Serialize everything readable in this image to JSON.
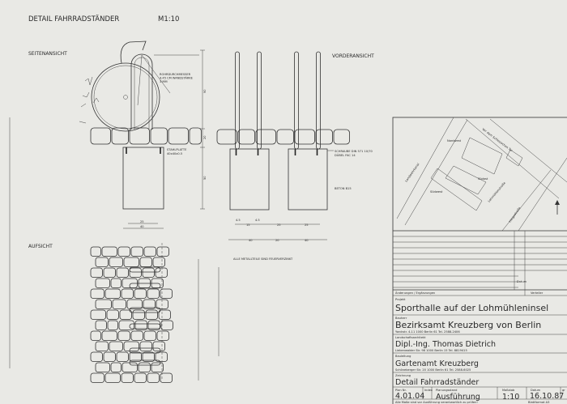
{
  "sheet": {
    "title": "DETAIL FAHRRADSTÄNDER",
    "scale": "M1:10",
    "views": {
      "side": "SEITENANSICHT",
      "front": "VORDERANSICHT",
      "top": "AUFSICHT"
    }
  },
  "annotations": {
    "tube": [
      "ROHRDURCHMESSER",
      "4.45 CM WANDSTÄRKE",
      "3 MM"
    ],
    "plate": [
      "STAHLPLATTE",
      "40x40x0.5"
    ],
    "screw": [
      "SCHRAUBE DIN 571 10/70",
      "DÜBEL FAC 14"
    ],
    "concrete": "BETON B15",
    "note": "ALLE METALLTEILE SIND FEUERVERZINKT",
    "side_dims": [
      "25",
      "40"
    ],
    "front_dims_row1": [
      "4.5",
      "15",
      "4.5",
      "25",
      "25"
    ],
    "front_dims_row2": [
      "40",
      "20",
      "40"
    ],
    "vertical_dims": [
      "90",
      "20",
      "50"
    ]
  },
  "site_plan": {
    "labels": [
      "Nordwest",
      "Vor dem Schlesischen Tor",
      "Landwehrkanal",
      "Südost",
      "Südwest",
      "Lohmühlenstraße",
      "Hergestraße"
    ]
  },
  "title_block": {
    "changes_label": "Änderungen / Ergänzungen",
    "distribution_label": "Verteiler",
    "project_label": "Projekt",
    "project": "Sporthalle auf der Lohmühleninsel",
    "client_label": "Bauherr",
    "client": "Bezirksamt Kreuzberg von Berlin",
    "client_addr": "Yorckstr. 4-11     1000 Berlin 61     Tel. 2588-2406",
    "architect_label": "Landschaftsarchitekt",
    "architect": "Dipl.-Ing. Thomas Dietrich",
    "architect_addr": "Liebenwalder Str. 98     1000 Berlin 15     Tel. 8819415",
    "site_mgmt_label": "Bauleitung",
    "site_mgmt": "Gartenamt Kreuzberg",
    "site_mgmt_addr": "Schöneberger Str. 20     1000 Berlin 61     Tel. 2588-6025",
    "drawing_label": "Zeichnung",
    "drawing": "Detail Fahrradständer",
    "plan_no_label": "Plan Nr.",
    "plan_no": "4.01.04",
    "index_label": "Index",
    "stage_label": "Planungsstand",
    "stage": "Ausführung",
    "scale_label": "Maßstab",
    "scale": "1:10",
    "date_label": "Datum",
    "date": "16.10.87",
    "gr_label": "gr",
    "footer": "Alle Maße sind vor Ausführung verantwortlich zu prüfen!",
    "format": "Blattformat A3",
    "date_col_label": "Datum"
  }
}
